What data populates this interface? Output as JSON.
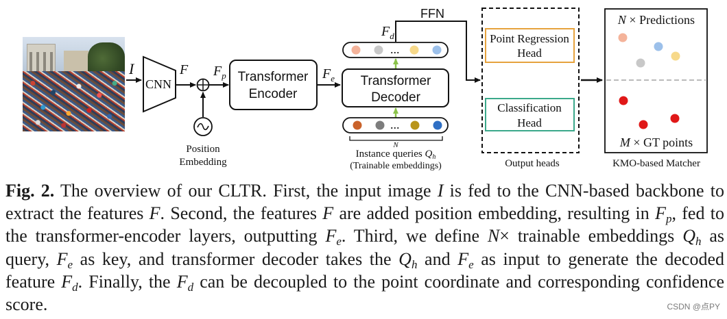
{
  "figure": {
    "input_label": "I",
    "cnn_label": "CNN",
    "f_label": "F",
    "fp_label_main": "F",
    "fp_label_sub": "p",
    "position_embedding_line1": "Position",
    "position_embedding_line2": "Embedding",
    "encoder_line1": "Transformer",
    "encoder_line2": "Encoder",
    "fe_label_main": "F",
    "fe_label_sub": "e",
    "decoder_line1": "Transformer",
    "decoder_line2": "Decoder",
    "fd_label_main": "F",
    "fd_label_sub": "d",
    "ffn_label": "FFN",
    "n_label": "N",
    "instance_queries_text": "Instance queries ",
    "qh_main": "Q",
    "qh_sub": "h",
    "trainable_embeddings": "(Trainable embeddings)",
    "point_regression_line1": "Point Regression",
    "point_regression_line2": "Head",
    "classification_line1": "Classification",
    "classification_line2": "Head",
    "output_heads_label": "Output heads",
    "predictions_label_n": "N",
    "predictions_label_rest": " × Predictions",
    "gt_label_m": "M",
    "gt_label_rest": " × GT points",
    "matcher_label": "KMO-based Matcher",
    "dots": "..."
  },
  "colors": {
    "regression_border": "#e6a23c",
    "classification_border": "#3aa88a",
    "green_arrow": "#8bc34a",
    "pred_peach": "#f4b39a",
    "pred_blue": "#9cc0ea",
    "pred_gray": "#c8c8c8",
    "pred_yellow": "#f7d98a",
    "gt_red": "#e01818",
    "query_orange": "#c9622a",
    "query_gray": "#7d7d7d",
    "query_gold": "#b8941a",
    "query_blue": "#2f6fc4"
  },
  "caption": {
    "fig_label": "Fig. 2.",
    "t1": " The overview of our CLTR. First, the input image ",
    "v1": "I",
    "t2": " is fed to the CNN-based backbone to extract the features ",
    "v2": "F",
    "t3": ". Second, the features ",
    "v3": "F",
    "t4": " are added position embedding, resulting in ",
    "v4": "F",
    "s4": "p",
    "t5": ", fed to the transformer-encoder layers, outputting ",
    "v5": "F",
    "s5": "e",
    "t6": ". Third, we define ",
    "v6": "N",
    "t7": "× trainable embeddings ",
    "v7": "Q",
    "s7": "h",
    "t8": " as query, ",
    "v8": "F",
    "s8": "e",
    "t9": " as key, and transformer decoder takes the ",
    "v9": "Q",
    "s9": "h",
    "t10": " and ",
    "v10": "F",
    "s10": "e",
    "t11": " as input to generate the decoded feature ",
    "v11": "F",
    "s11": "d",
    "t12": ". Finally, the ",
    "v12": "F",
    "s12": "d",
    "t13": " can be decoupled to the point coordinate and corresponding confidence score."
  },
  "watermark": "CSDN @点PY"
}
